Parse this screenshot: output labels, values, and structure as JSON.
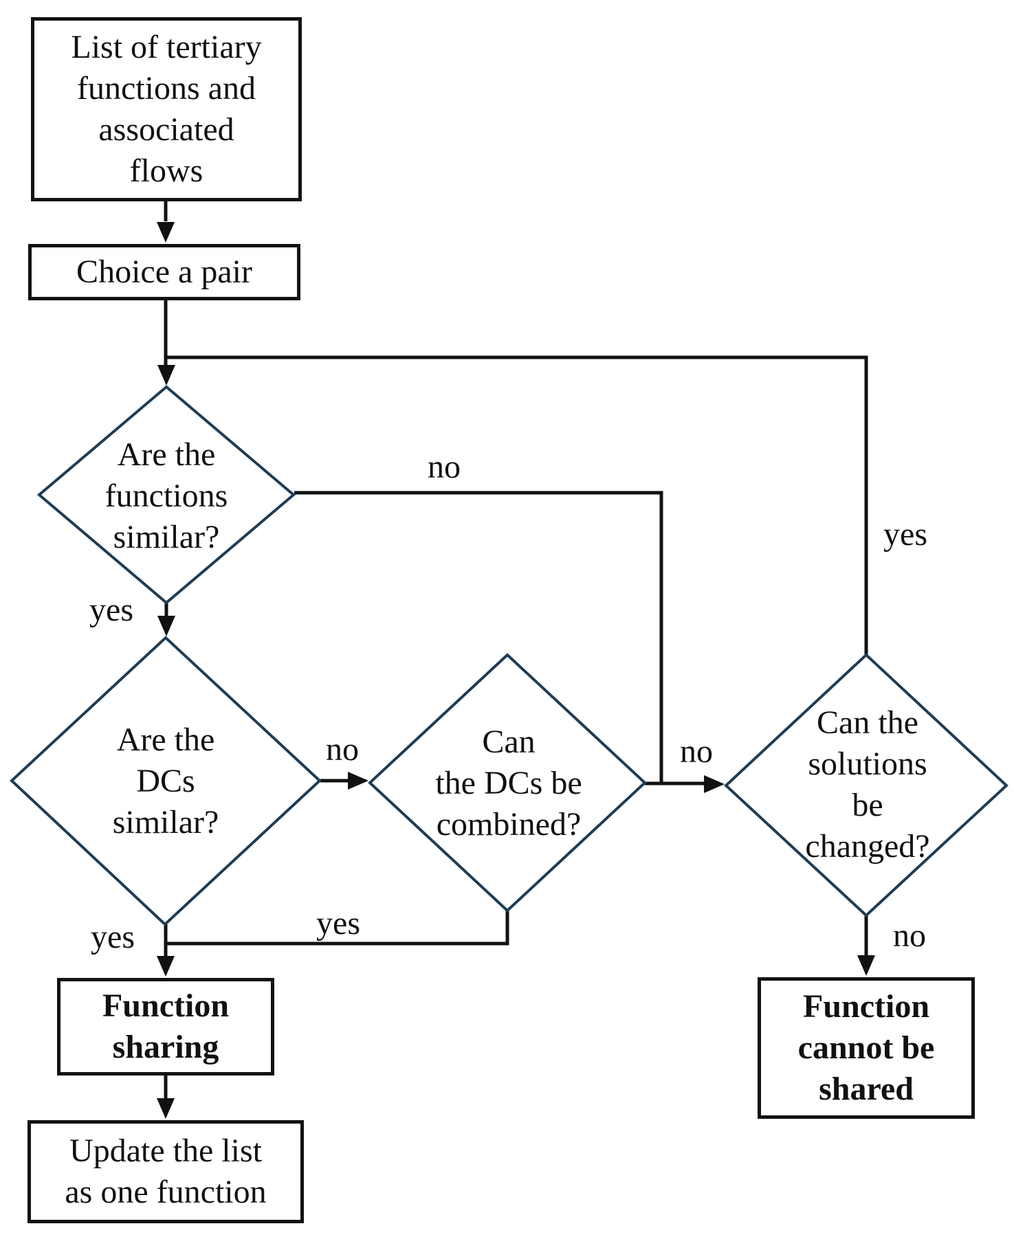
{
  "diagram": {
    "title": "Function sharing decision flowchart",
    "colors": {
      "background": "#ffffff",
      "connector_line": "#111111",
      "box_border": "#111111",
      "diamond_border": "#1e3c55",
      "text": "#111111"
    },
    "nodes": {
      "start": {
        "label": "List of tertiary\nfunctions and\nassociated\nflows"
      },
      "choice_pair": {
        "label": "Choice a pair"
      },
      "functions_similar": {
        "label": "Are the\nfunctions\nsimilar?"
      },
      "dcs_similar": {
        "label": "Are the\nDCs\nsimilar?"
      },
      "dcs_combined": {
        "label": "Can\nthe DCs be\ncombined?"
      },
      "solutions_changed": {
        "label": "Can the\nsolutions\nbe changed?"
      },
      "function_sharing": {
        "label": "Function\nsharing"
      },
      "update_list": {
        "label": "Update the list\nas one function"
      },
      "cannot_be_shared": {
        "label": "Function\ncannot be\nshared"
      }
    },
    "edge_labels": {
      "functions_similar_no": "no",
      "functions_similar_yes": "yes",
      "dcs_similar_no": "no",
      "dcs_similar_yes": "yes",
      "dcs_combined_no": "no",
      "dcs_combined_yes": "yes",
      "solutions_changed_yes": "yes",
      "solutions_changed_no": "no"
    }
  }
}
